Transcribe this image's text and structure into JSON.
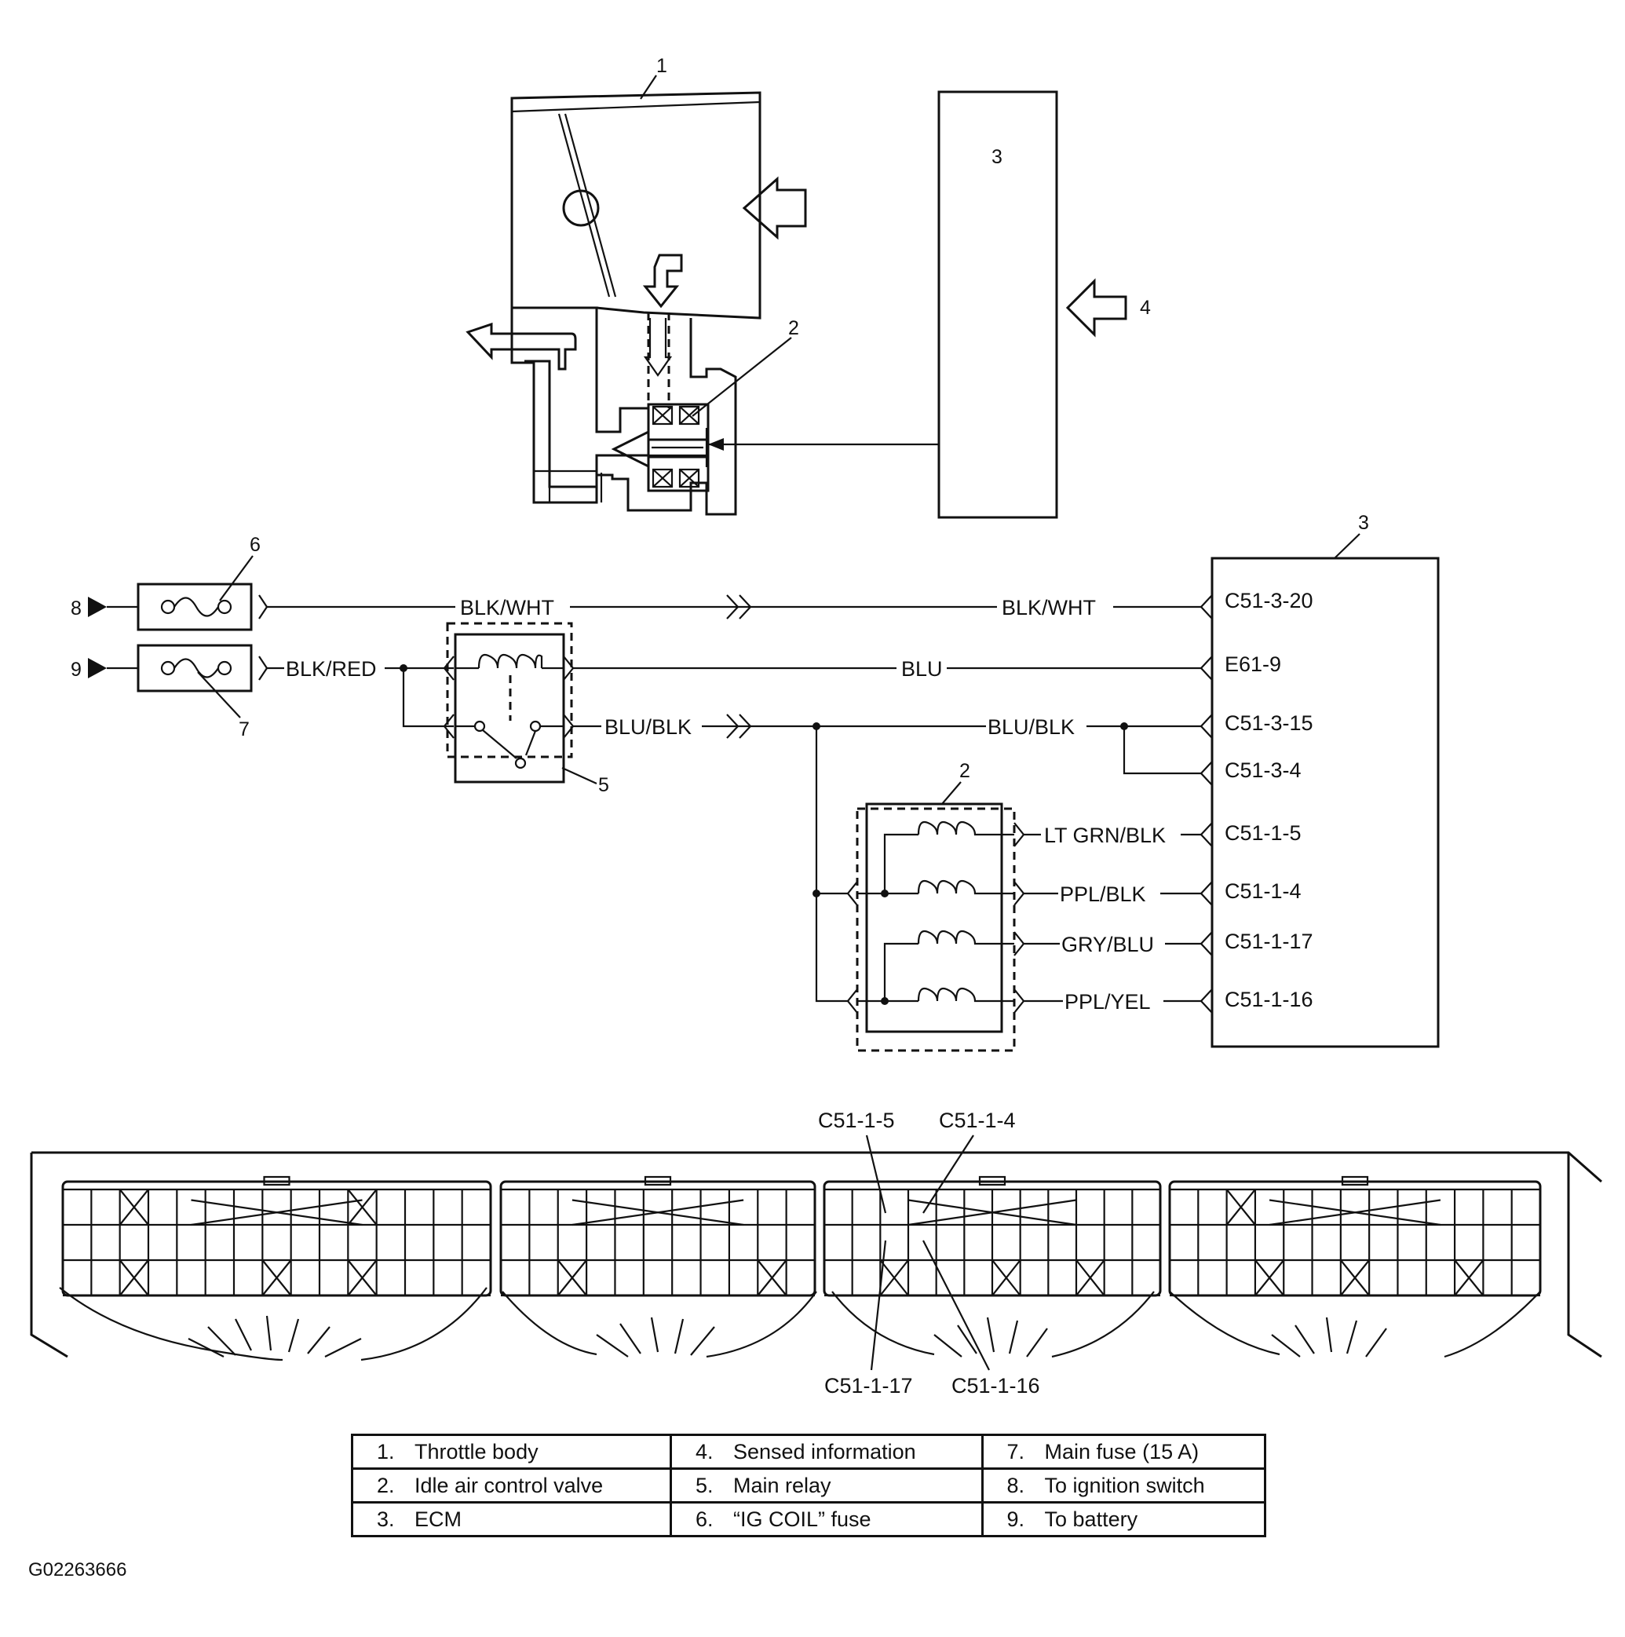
{
  "callouts": {
    "throttle_body": "1",
    "iac_valve": "2",
    "ecm": "3",
    "sensed_info": "4",
    "main_relay": "5",
    "ig_coil_fuse": "6",
    "main_fuse": "7",
    "to_ignition": "8",
    "to_battery": "9"
  },
  "wires": {
    "blk_wht": "BLK/WHT",
    "blk_red": "BLK/RED",
    "blu": "BLU",
    "blu_blk": "BLU/BLK",
    "lt_grn_blk": "LT GRN/BLK",
    "ppl_blk": "PPL/BLK",
    "gry_blu": "GRY/BLU",
    "ppl_yel": "PPL/YEL"
  },
  "ecm_pins": [
    "C51-3-20",
    "E61-9",
    "C51-3-15",
    "C51-3-4",
    "C51-1-5",
    "C51-1-4",
    "C51-1-17",
    "C51-1-16"
  ],
  "connector_labels": {
    "top_left": "C51-1-5",
    "top_right": "C51-1-4",
    "bottom_left": "C51-1-17",
    "bottom_right": "C51-1-16"
  },
  "legend": [
    [
      {
        "num": "1.",
        "text": "Throttle body"
      },
      {
        "num": "4.",
        "text": "Sensed information"
      },
      {
        "num": "7.",
        "text": "Main fuse (15 A)"
      }
    ],
    [
      {
        "num": "2.",
        "text": "Idle air control valve"
      },
      {
        "num": "5.",
        "text": "Main relay"
      },
      {
        "num": "8.",
        "text": "To ignition switch"
      }
    ],
    [
      {
        "num": "3.",
        "text": "ECM"
      },
      {
        "num": "6.",
        "text": "“IG COIL” fuse"
      },
      {
        "num": "9.",
        "text": "To battery"
      }
    ]
  ],
  "figure_id": "G02263666"
}
